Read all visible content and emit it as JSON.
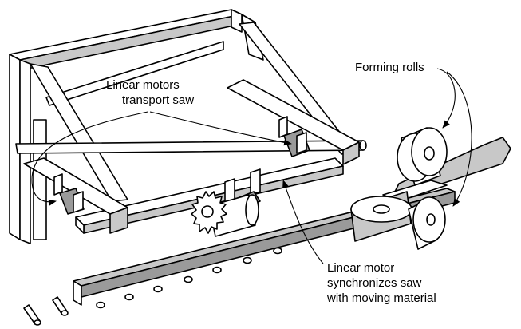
{
  "labels": {
    "transport": [
      "Linear motors",
      "transport saw"
    ],
    "forming": [
      "Forming rolls"
    ],
    "synchronizes": [
      "Linear motor",
      "synchronizes saw",
      "with moving material"
    ]
  }
}
